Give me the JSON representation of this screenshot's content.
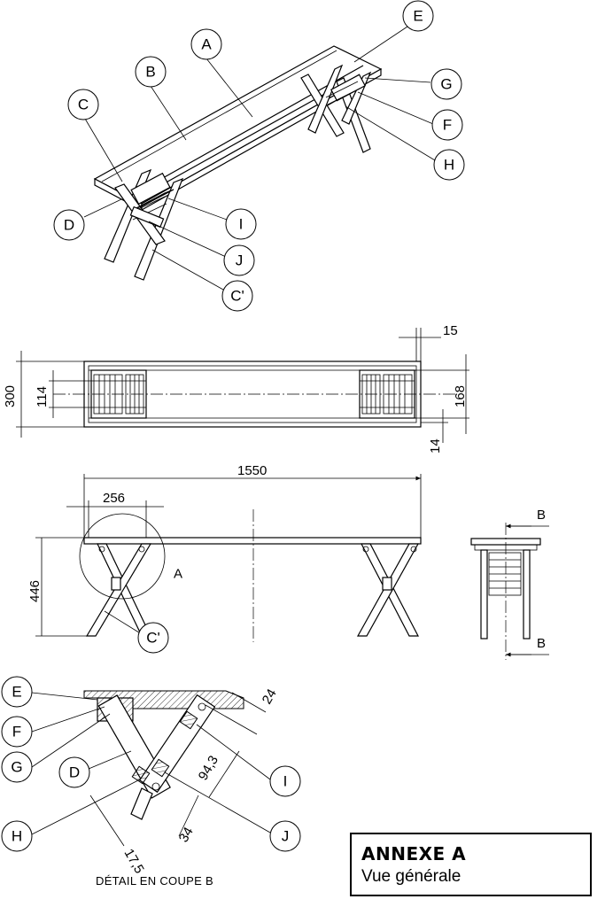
{
  "callouts": {
    "top_view": [
      "A",
      "B",
      "C",
      "D",
      "E",
      "G",
      "F",
      "H",
      "I",
      "J",
      "C'"
    ],
    "front_view": [
      "A",
      "C'"
    ],
    "detail": [
      "E",
      "F",
      "G",
      "D",
      "H",
      "I",
      "J"
    ]
  },
  "dimensions": {
    "overall_width": "300",
    "inner_width": "114",
    "leg_gap": "168",
    "board_thickness": "15",
    "end_offset": "14",
    "overall_length": "1550",
    "leg_offset": "256",
    "height": "446",
    "detail_24": "24",
    "detail_94_3": "94,3",
    "detail_34": "34",
    "detail_17_5": "17,5"
  },
  "section_marks": [
    "B",
    "B"
  ],
  "detail_caption": "DÉTAIL EN COUPE B",
  "annex": {
    "title": "ANNEXE A",
    "subtitle": "Vue générale"
  }
}
